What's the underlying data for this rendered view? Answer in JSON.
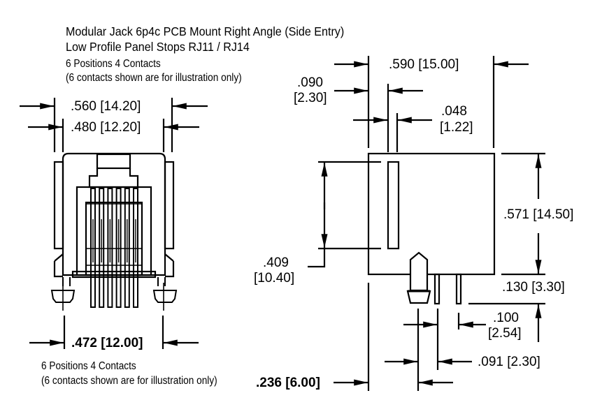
{
  "header": {
    "title_line1": "Modular Jack 6p4c PCB Mount Right Angle (Side Entry)",
    "title_line2": "Low Profile Panel Stops RJ11 / RJ14",
    "note_line1": "6 Positions 4 Contacts",
    "note_line2": "(6 contacts shown are for illustration only)"
  },
  "front_view": {
    "dim_overall_width": ".560 [14.20]",
    "dim_body_width": ".480 [12.20]",
    "dim_peg_spacing": ".472 [12.00]",
    "contacts_drawn": 6,
    "note_line1": "6 Positions 4 Contacts",
    "note_line2": "(6 contacts shown are for illustration only)"
  },
  "side_view": {
    "dim_depth": ".590 [15.00]",
    "dim_stop_offset_in": ".090",
    "dim_stop_offset_mm": "[2.30]",
    "dim_stop_width_in": ".048",
    "dim_stop_width_mm": "[1.22]",
    "dim_height": ".571 [14.50]",
    "dim_stop_height_in": ".409",
    "dim_stop_height_mm": "[10.40]",
    "dim_pin_length": ".130 [3.30]",
    "dim_pin_pitch_in": ".100",
    "dim_pin_pitch_mm": "[2.54]",
    "dim_peg_to_pin": ".091 [2.30]",
    "dim_face_to_peg": ".236 [6.00]"
  }
}
